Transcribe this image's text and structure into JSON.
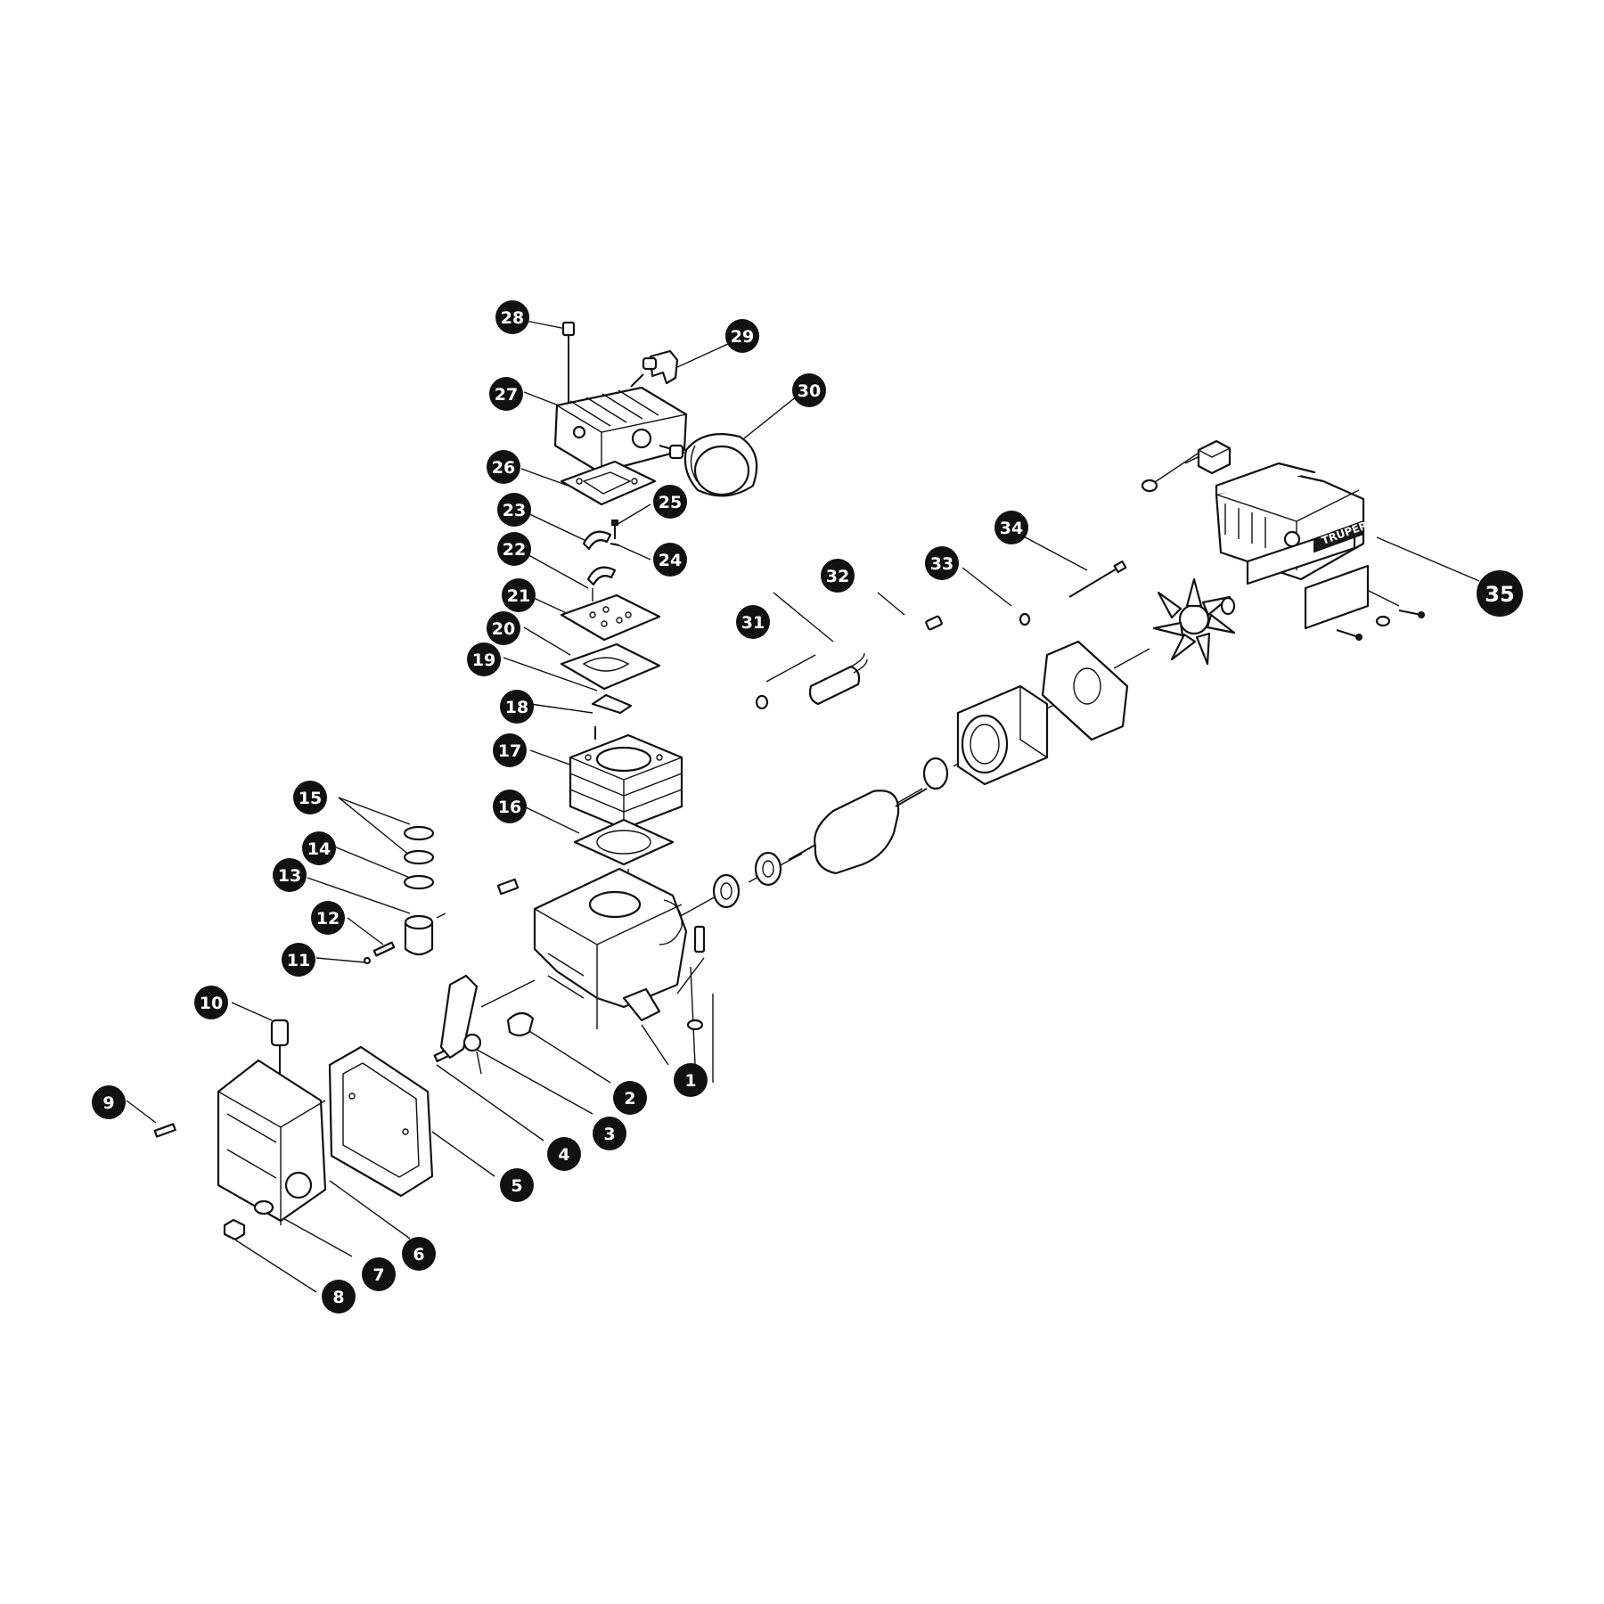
{
  "diagram": {
    "brand_label": "TRUPER",
    "callouts": [
      {
        "id": 1,
        "label": "1"
      },
      {
        "id": 2,
        "label": "2"
      },
      {
        "id": 3,
        "label": "3"
      },
      {
        "id": 4,
        "label": "4"
      },
      {
        "id": 5,
        "label": "5"
      },
      {
        "id": 6,
        "label": "6"
      },
      {
        "id": 7,
        "label": "7"
      },
      {
        "id": 8,
        "label": "8"
      },
      {
        "id": 9,
        "label": "9"
      },
      {
        "id": 10,
        "label": "10"
      },
      {
        "id": 11,
        "label": "11"
      },
      {
        "id": 12,
        "label": "12"
      },
      {
        "id": 13,
        "label": "13"
      },
      {
        "id": 14,
        "label": "14"
      },
      {
        "id": 15,
        "label": "15"
      },
      {
        "id": 16,
        "label": "16"
      },
      {
        "id": 17,
        "label": "17"
      },
      {
        "id": 18,
        "label": "18"
      },
      {
        "id": 19,
        "label": "19"
      },
      {
        "id": 20,
        "label": "20"
      },
      {
        "id": 21,
        "label": "21"
      },
      {
        "id": 22,
        "label": "22"
      },
      {
        "id": 23,
        "label": "23"
      },
      {
        "id": 24,
        "label": "24"
      },
      {
        "id": 25,
        "label": "25"
      },
      {
        "id": 26,
        "label": "26"
      },
      {
        "id": 27,
        "label": "27"
      },
      {
        "id": 28,
        "label": "28"
      },
      {
        "id": 29,
        "label": "29"
      },
      {
        "id": 30,
        "label": "30"
      },
      {
        "id": 31,
        "label": "31"
      },
      {
        "id": 32,
        "label": "32"
      },
      {
        "id": 33,
        "label": "33"
      },
      {
        "id": 34,
        "label": "34"
      },
      {
        "id": 35,
        "label": "35"
      }
    ]
  }
}
